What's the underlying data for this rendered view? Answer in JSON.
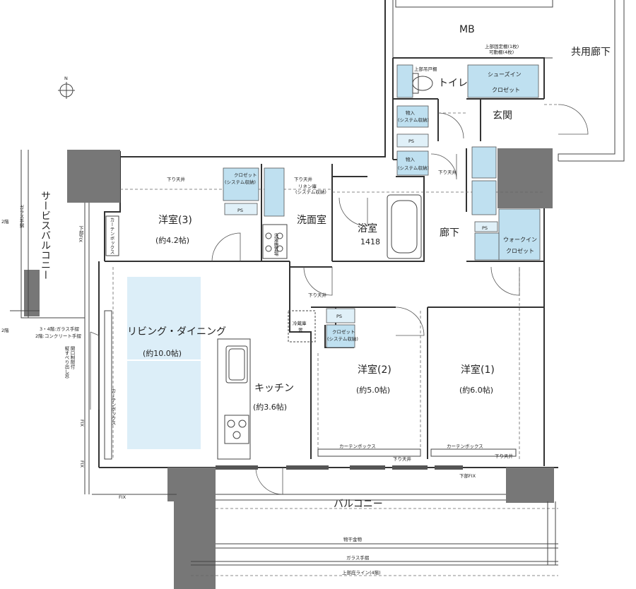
{
  "rooms": {
    "mb": "MB",
    "corridor_common": "共用廊下",
    "toilet": "トイレ",
    "genkan": "玄関",
    "shoes_in": "シューズイン",
    "shoes_closet": "クロゼット",
    "western3": "洋室(3)",
    "western3_size": "(約4.2帖)",
    "washroom": "洗面室",
    "bath": "浴室",
    "bath_size": "1418",
    "hallway": "廊下",
    "walkin_1": "ウォークイン",
    "walkin_2": "クロゼット",
    "living": "リビング・ダイニング",
    "living_size": "(約10.0帖)",
    "kitchen": "キッチン",
    "kitchen_size": "(約3.6帖)",
    "western2": "洋室(2)",
    "western2_size": "(約5.0帖)",
    "western1": "洋室(1)",
    "western1_size": "(約6.0帖)",
    "balcony": "バルコニー",
    "service_balcony": "サービスバルコニー"
  },
  "labels": {
    "shelf_fixed_1": "上部固定棚(1枚)",
    "shelf_fixed_2": "可動棚(4枚)",
    "upper_cabinet": "上部吊戸棚",
    "ceiling": "下り天井",
    "storage": "物入",
    "system": "(システム収納)",
    "closet": "クロゼット",
    "closet_system": "(システム収納)",
    "ps": "PS",
    "linen_1": "リネン庫",
    "linen_2": "(システム収納)",
    "washer": "洗濯機置場",
    "fridge_1": "冷蔵庫",
    "fridge_2": "置",
    "curtain_box": "カーテンボックス",
    "fix": "FIX",
    "lower_fix": "下部FIX",
    "lower_fix_v": "下部FIX",
    "glass_rail": "ガラス手摺",
    "glass_rail_2f": "2階",
    "glass_rail_34": "3・4階:ガラス手摺",
    "concrete_rail": "2階:コンクリート手摺",
    "window_note": "縦すべり出し窓",
    "window_note2": "開口制限付",
    "drying_hardware": "物干金物",
    "glass_rail_bottom": "ガラス手摺",
    "upper_eave": "上部庇ライン(4階)",
    "north": "N"
  },
  "colors": {
    "storage_fill": "#bfe0f0",
    "living_fill": "#dceef8",
    "wall": "#555555",
    "column": "#777777"
  },
  "icons": [
    "north-arrow-icon",
    "toilet-icon",
    "bathtub-icon",
    "stove-icon",
    "sink-icon"
  ]
}
